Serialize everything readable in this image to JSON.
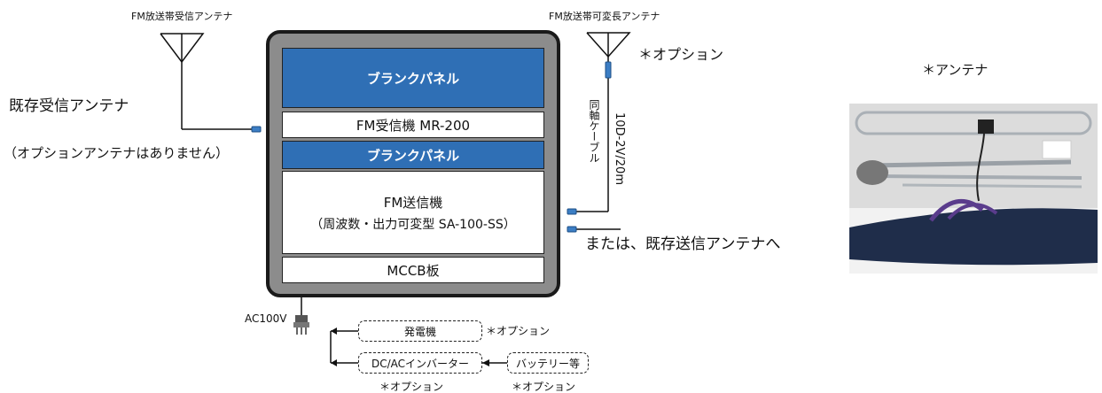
{
  "antenna_rx": {
    "label": "FM放送帯受信アンテナ"
  },
  "antenna_tx": {
    "label": "FM放送帯可変長アンテナ",
    "option": "＊オプション"
  },
  "existing_rx": {
    "label": "既存受信アンテナ",
    "note": "（オプションアンテナはありません）"
  },
  "rack": {
    "blank_top": "ブランクパネル",
    "receiver": "FM受信機 MR-200",
    "blank_mid": "ブランクパネル",
    "transmitter_line1": "FM送信機",
    "transmitter_line2": "（周波数・出力可変型 SA-100-SS）",
    "mccb": "MCCB板"
  },
  "coax": {
    "name": "同軸ケーブル",
    "spec": "10D-2V/20m"
  },
  "existing_tx": {
    "label": "または、既存送信アンテナへ"
  },
  "power": {
    "ac": "AC100V",
    "generator": "発電機",
    "generator_option": "＊オプション",
    "inverter": "DC/ACインバーター",
    "inverter_option": "＊オプション",
    "battery": "バッテリー等",
    "battery_option": "＊オプション"
  },
  "photo": {
    "label": "＊アンテナ"
  },
  "colors": {
    "blue_panel": "#2f6fb5",
    "rack_gray": "#8c8c8c",
    "connector": "#3c7ec4"
  }
}
